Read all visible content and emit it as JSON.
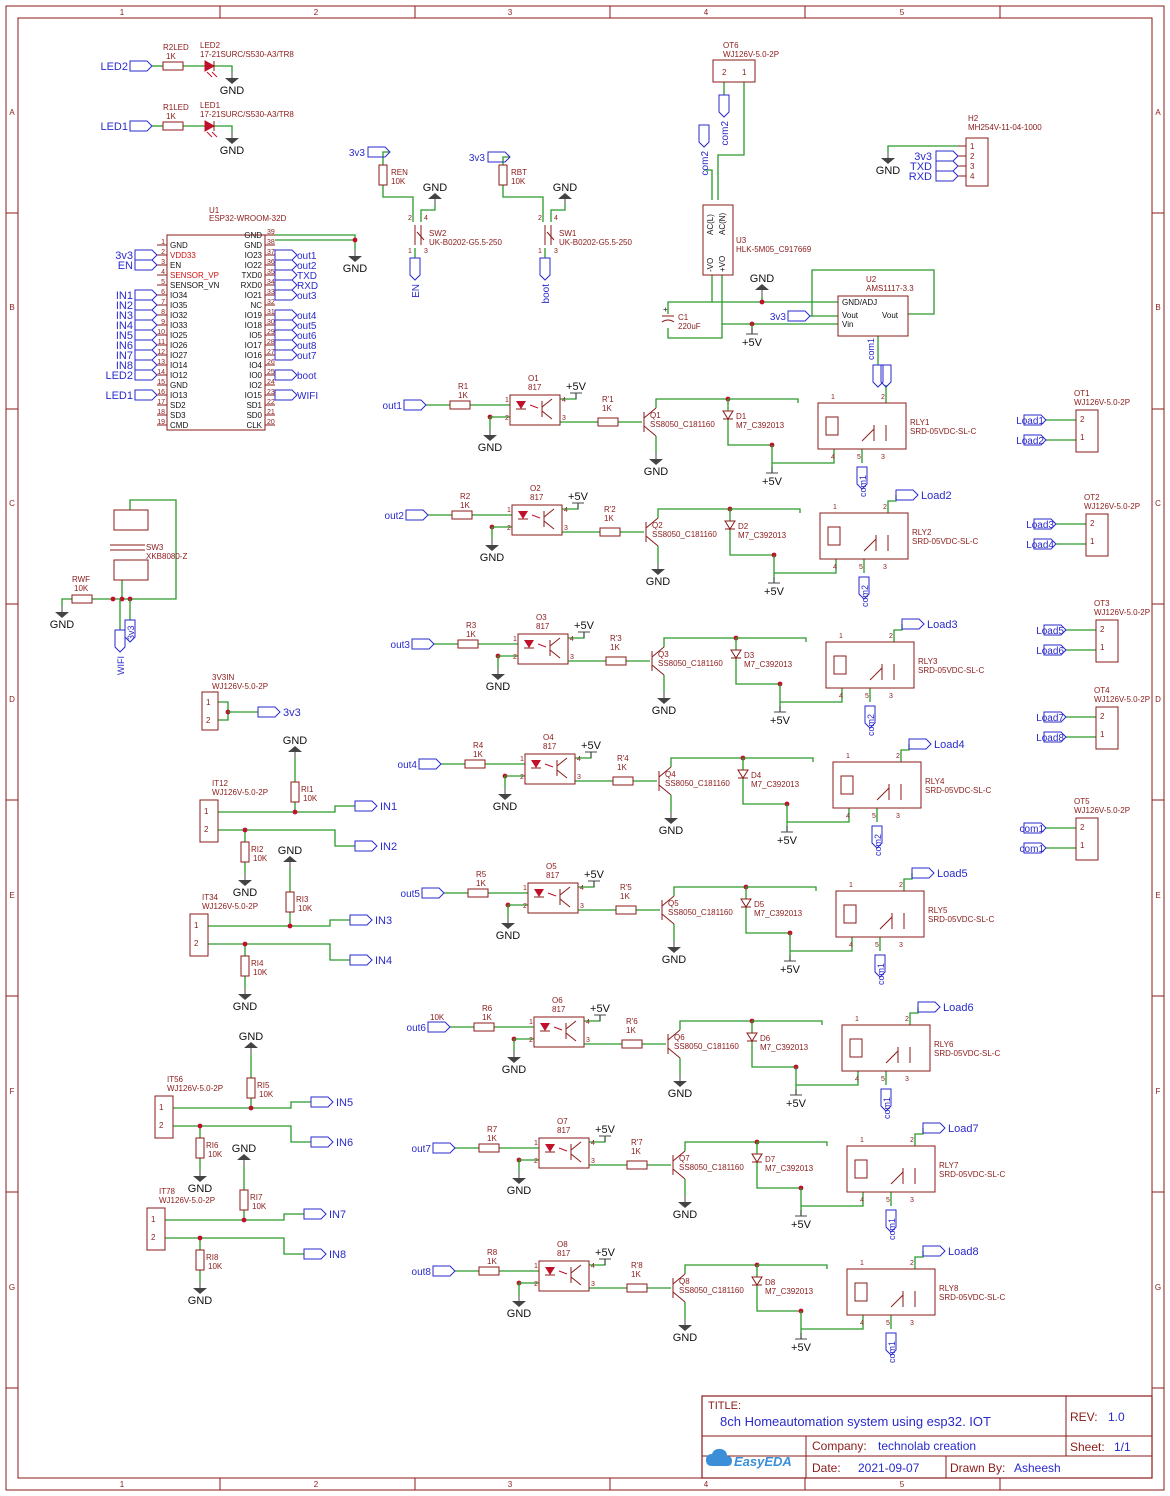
{
  "frame": {
    "cols": [
      "1",
      "2",
      "3",
      "4",
      "5"
    ],
    "rows": [
      "A",
      "B",
      "C",
      "D",
      "E",
      "F",
      "G"
    ]
  },
  "title_block": {
    "title_label": "TITLE:",
    "title": "8ch Homeautomation system using esp32. IOT",
    "rev_label": "REV:",
    "rev": "1.0",
    "company_label": "Company:",
    "company": "technolab creation",
    "sheet_label": "Sheet:",
    "sheet": "1/1",
    "date_label": "Date:",
    "date": "2021-09-07",
    "drawn_label": "Drawn By:",
    "drawn": "Asheesh",
    "logo": "EasyEDA"
  },
  "leds": [
    {
      "res": "R2LED",
      "res_val": "1K",
      "led": "LED2",
      "part": "17-21SURC/S530-A3/TR8",
      "net": "LED2",
      "gnd": "GND"
    },
    {
      "res": "R1LED",
      "res_val": "1K",
      "led": "LED1",
      "part": "17-21SURC/S530-A3/TR8",
      "net": "LED1",
      "gnd": "GND"
    }
  ],
  "esp32": {
    "ref": "U1",
    "part": "ESP32-WROOM-32D",
    "left_pins": [
      {
        "num": "1",
        "name": "GND",
        "net": ""
      },
      {
        "num": "2",
        "name": "VDD33",
        "net": "3v3",
        "red": true
      },
      {
        "num": "3",
        "name": "EN",
        "net": "EN"
      },
      {
        "num": "4",
        "name": "SENSOR_VP",
        "net": "",
        "red": true
      },
      {
        "num": "5",
        "name": "SENSOR_VN",
        "net": ""
      },
      {
        "num": "6",
        "name": "IO34",
        "net": "IN1"
      },
      {
        "num": "7",
        "name": "IO35",
        "net": "IN2"
      },
      {
        "num": "8",
        "name": "IO32",
        "net": "IN3"
      },
      {
        "num": "9",
        "name": "IO33",
        "net": "IN4"
      },
      {
        "num": "10",
        "name": "IO25",
        "net": "IN5"
      },
      {
        "num": "11",
        "name": "IO26",
        "net": "IN6"
      },
      {
        "num": "12",
        "name": "IO27",
        "net": "IN7"
      },
      {
        "num": "13",
        "name": "IO14",
        "net": "IN8"
      },
      {
        "num": "14",
        "name": "IO12",
        "net": "LED2"
      },
      {
        "num": "15",
        "name": "GND",
        "net": ""
      },
      {
        "num": "16",
        "name": "IO13",
        "net": "LED1"
      },
      {
        "num": "17",
        "name": "SD2",
        "net": ""
      },
      {
        "num": "18",
        "name": "SD3",
        "net": ""
      },
      {
        "num": "19",
        "name": "CMD",
        "net": ""
      }
    ],
    "right_pins": [
      {
        "num": "39",
        "name": "GND",
        "net": ""
      },
      {
        "num": "38",
        "name": "GND",
        "net": ""
      },
      {
        "num": "37",
        "name": "IO23",
        "net": "out1"
      },
      {
        "num": "36",
        "name": "IO22",
        "net": "out2"
      },
      {
        "num": "35",
        "name": "TXD0",
        "net": "TXD"
      },
      {
        "num": "34",
        "name": "RXD0",
        "net": "RXD"
      },
      {
        "num": "33",
        "name": "IO21",
        "net": "out3"
      },
      {
        "num": "32",
        "name": "NC",
        "net": ""
      },
      {
        "num": "31",
        "name": "IO19",
        "net": "out4"
      },
      {
        "num": "30",
        "name": "IO18",
        "net": "out5"
      },
      {
        "num": "29",
        "name": "IO5",
        "net": "out6"
      },
      {
        "num": "28",
        "name": "IO17",
        "net": "out8"
      },
      {
        "num": "27",
        "name": "IO16",
        "net": "out7"
      },
      {
        "num": "26",
        "name": "IO4",
        "net": ""
      },
      {
        "num": "25",
        "name": "IO0",
        "net": "boot"
      },
      {
        "num": "24",
        "name": "IO2",
        "net": ""
      },
      {
        "num": "23",
        "name": "IO15",
        "net": "WIFI"
      },
      {
        "num": "22",
        "name": "SD1",
        "net": ""
      },
      {
        "num": "21",
        "name": "SD0",
        "net": ""
      },
      {
        "num": "20",
        "name": "CLK",
        "net": ""
      }
    ],
    "gnd": "GND"
  },
  "switches": [
    {
      "res": "REN",
      "res_val": "10K",
      "sw": "SW2",
      "part": "UK-B0202-G5.5-250",
      "vcc": "3v3",
      "gnd": "GND",
      "net": "EN"
    },
    {
      "res": "RBT",
      "res_val": "10K",
      "sw": "SW1",
      "part": "UK-B0202-G5.5-250",
      "vcc": "3v3",
      "gnd": "GND",
      "net": "boot"
    }
  ],
  "ot6": {
    "ref": "OT6",
    "part": "WJ126V-5.0-2P",
    "net": "com2"
  },
  "h2": {
    "ref": "H2",
    "part": "MH254V-11-04-1000",
    "nets": [
      "3v3",
      "TXD",
      "RXD"
    ],
    "gnd": "GND"
  },
  "power": {
    "hlk_ref": "U3",
    "hlk_part": "HLK-5M05_C917669",
    "hlk_pins": [
      "AC(L)",
      "AC(N)",
      "-VO",
      "+VO"
    ],
    "cap_ref": "C1",
    "cap_val": "220uF",
    "reg_ref": "U2",
    "reg_part": "AMS1117-3.3",
    "reg_pins": [
      "GND/ADJ",
      "Vout",
      "Vin",
      "Vout"
    ],
    "net_3v3": "3v3",
    "net_5v": "+5V",
    "gnd": "GND",
    "com1": "com1"
  },
  "sw3": {
    "ref": "SW3",
    "part": "XKB8080-Z",
    "res": "RWF",
    "res_val": "10K",
    "gnd": "GND",
    "vcc": "3v3",
    "net": "WIFI"
  },
  "input_3v3": {
    "ref": "3V3IN",
    "part": "WJ126V-5.0-2P",
    "net": "3v3"
  },
  "input_blocks": [
    {
      "ref": "IT12",
      "part": "WJ126V-5.0-2P",
      "r1": "RI1",
      "r2": "RI2",
      "val": "10K",
      "n1": "IN1",
      "n2": "IN2",
      "gnd": "GND"
    },
    {
      "ref": "IT34",
      "part": "WJ126V-5.0-2P",
      "r1": "RI3",
      "r2": "RI4",
      "val": "10K",
      "n1": "IN3",
      "n2": "IN4",
      "gnd": "GND"
    },
    {
      "ref": "IT56",
      "part": "WJ126V-5.0-2P",
      "r1": "RI5",
      "r2": "RI6",
      "val": "10K",
      "n1": "IN5",
      "n2": "IN6",
      "gnd": "GND"
    },
    {
      "ref": "IT78",
      "part": "WJ126V-5.0-2P",
      "r1": "RI7",
      "r2": "RI8",
      "val": "10K",
      "n1": "IN7",
      "n2": "IN8",
      "gnd": "GND"
    }
  ],
  "relays": [
    {
      "net": "out1",
      "r": "R1",
      "val": "1K",
      "opto": "O1",
      "opto_part": "817",
      "rb": "R'1",
      "q": "Q1",
      "q_part": "SS8050_C181160",
      "d": "D1",
      "d_part": "M7_C392013",
      "rly": "RLY1",
      "rly_part": "SRD-05VDC-SL-C",
      "v5": "+5V",
      "gnd": "GND",
      "com": "com1",
      "load": ""
    },
    {
      "net": "out2",
      "r": "R2",
      "val": "1K",
      "opto": "O2",
      "opto_part": "817",
      "rb": "R'2",
      "q": "Q2",
      "q_part": "SS8050_C181160",
      "d": "D2",
      "d_part": "M7_C392013",
      "rly": "RLY2",
      "rly_part": "SRD-05VDC-SL-C",
      "v5": "+5V",
      "gnd": "GND",
      "com": "com2",
      "load": "Load2"
    },
    {
      "net": "out3",
      "r": "R3",
      "val": "1K",
      "opto": "O3",
      "opto_part": "817",
      "rb": "R'3",
      "q": "Q3",
      "q_part": "SS8050_C181160",
      "d": "D3",
      "d_part": "M7_C392013",
      "rly": "RLY3",
      "rly_part": "SRD-05VDC-SL-C",
      "v5": "+5V",
      "gnd": "GND",
      "com": "com2",
      "load": "Load3"
    },
    {
      "net": "out4",
      "r": "R4",
      "val": "1K",
      "opto": "O4",
      "opto_part": "817",
      "rb": "R'4",
      "q": "Q4",
      "q_part": "SS8050_C181160",
      "d": "D4",
      "d_part": "M7_C392013",
      "rly": "RLY4",
      "rly_part": "SRD-05VDC-SL-C",
      "v5": "+5V",
      "gnd": "GND",
      "com": "com2",
      "load": "Load4"
    },
    {
      "net": "out5",
      "r": "R5",
      "val": "1K",
      "opto": "O5",
      "opto_part": "817",
      "rb": "R'5",
      "q": "Q5",
      "q_part": "SS8050_C181160",
      "d": "D5",
      "d_part": "M7_C392013",
      "rly": "RLY5",
      "rly_part": "SRD-05VDC-SL-C",
      "v5": "+5V",
      "gnd": "GND",
      "com": "com1",
      "load": "Load5"
    },
    {
      "net": "out6",
      "r": "R6",
      "val": "1K",
      "opto": "O6",
      "opto_part": "817",
      "rb": "R'6",
      "q": "Q6",
      "q_part": "SS8050_C181160",
      "d": "D6",
      "d_part": "M7_C392013",
      "rly": "RLY6",
      "rly_part": "SRD-05VDC-SL-C",
      "v5": "+5V",
      "gnd": "GND",
      "com": "com1",
      "load": "Load6"
    },
    {
      "net": "out7",
      "r": "R7",
      "val": "1K",
      "opto": "O7",
      "opto_part": "817",
      "rb": "R'7",
      "q": "Q7",
      "q_part": "SS8050_C181160",
      "d": "D7",
      "d_part": "M7_C392013",
      "rly": "RLY7",
      "rly_part": "SRD-05VDC-SL-C",
      "v5": "+5V",
      "gnd": "GND",
      "com": "com1",
      "load": "Load7"
    },
    {
      "net": "out8",
      "r": "R8",
      "val": "1K",
      "opto": "O8",
      "opto_part": "817",
      "rb": "R'8",
      "q": "Q8",
      "q_part": "SS8050_C181160",
      "d": "D8",
      "d_part": "M7_C392013",
      "rly": "RLY8",
      "rly_part": "SRD-05VDC-SL-C",
      "v5": "+5V",
      "gnd": "GND",
      "com": "com1",
      "load": "Load8"
    }
  ],
  "extra_10k": "10K",
  "outputs": [
    {
      "ref": "OT1",
      "part": "WJ126V-5.0-2P",
      "n1": "Load1",
      "n2": "Load2"
    },
    {
      "ref": "OT2",
      "part": "WJ126V-5.0-2P",
      "n1": "Load3",
      "n2": "Load4"
    },
    {
      "ref": "OT3",
      "part": "WJ126V-5.0-2P",
      "n1": "Load5",
      "n2": "Load6"
    },
    {
      "ref": "OT4",
      "part": "WJ126V-5.0-2P",
      "n1": "Load7",
      "n2": "Load8"
    },
    {
      "ref": "OT5",
      "part": "WJ126V-5.0-2P",
      "n1": "com1",
      "n2": "com1"
    }
  ],
  "colors": {
    "border": "#8b1a1a",
    "wire": "#2a9a2a",
    "symbol": "#8b1a1a",
    "net": "#2a2acc",
    "text": "#111111"
  }
}
